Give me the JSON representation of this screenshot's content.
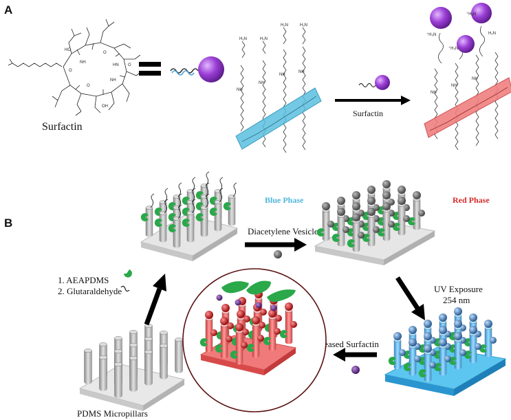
{
  "panels": {
    "a": "A",
    "b": "B"
  },
  "panel_a": {
    "molecule_label": "Surfactin",
    "reaction_label": "Surfactin",
    "blue_phase": "Blue Phase",
    "red_phase": "Red Phase",
    "equals": "="
  },
  "panel_b": {
    "step_diacetylene": "Diacetylene Vesicles",
    "step_uv_line1": "UV Exposure",
    "step_uv_line2": "254 nm",
    "step_released": "Released Surfactin",
    "step_reagent1": "1. AEAPDMS",
    "step_reagent2": "2. Glutaraldehyde",
    "substrate_label": "PDMS Micropillars"
  },
  "colors": {
    "blue_phase": "#5bc0de",
    "red_phase": "#d62b2b",
    "surfactin_purple": "#7a2e9e",
    "linker_green": "#2aa84a",
    "vesicle_gray": "#666666",
    "vesicle_blue": "#2f74b5",
    "vesicle_red": "#cc1111"
  }
}
